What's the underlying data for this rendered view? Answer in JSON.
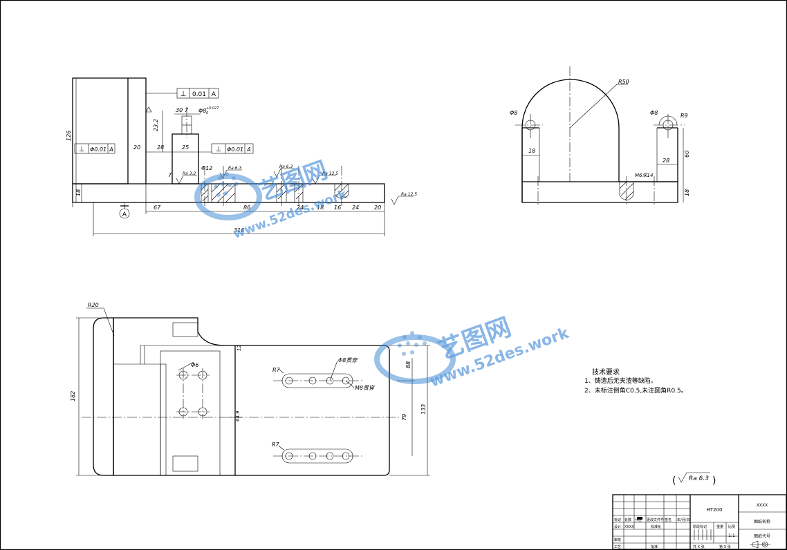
{
  "drawing": {
    "front_view": {
      "dimensions": {
        "height_total": "126",
        "base_height": "18",
        "small_dim_7": "7",
        "d_30": "30",
        "d_7": "7",
        "d_20": "20",
        "d_28": "28",
        "d_25": "25",
        "v_23_2": "23.2",
        "d_phi12": "Φ12",
        "d_67": "67",
        "d_86": "86",
        "d_24a": "24",
        "d_18": "18",
        "d_16": "16",
        "d_24b": "24",
        "d_20b": "20",
        "overall_length": "316",
        "hole_tol": "Φ8",
        "hole_tol_sup": "+0.027",
        "hole_tol_sub": "0"
      },
      "roughness": [
        "Ra 3.2",
        "Ra 6.3",
        "Ra 6.3",
        "Ra 12.5",
        "Ra 12.5"
      ],
      "tolerance_frames": [
        {
          "symbol": "⊥",
          "value": "0.01",
          "datum": "A"
        },
        {
          "symbol": "⊥",
          "value": "Φ0.01",
          "datum": "A"
        },
        {
          "symbol": "⊥",
          "value": "Φ0.01",
          "datum": "A"
        }
      ],
      "datum_label": "A"
    },
    "side_view": {
      "dimensions": {
        "r50": "R50",
        "phi8_left": "Φ8",
        "phi8_right": "Φ8",
        "r9": "R9",
        "d_18": "18",
        "d_60": "60",
        "d_28": "28",
        "d_18b": "18",
        "thread": "M6深14"
      }
    },
    "top_view": {
      "dimensions": {
        "r20": "R20",
        "d_182": "182",
        "d_12": "12",
        "phi6": "Φ6",
        "r7_top": "R7",
        "phi8_thru": "Φ8贯穿",
        "m8_thru": "M8贯穿",
        "r7_bottom": "R7",
        "d_88": "88",
        "d_64_9": "64.9",
        "d_79": "79",
        "d_133": "133"
      }
    },
    "tech_requirements": {
      "title": "技术要求",
      "items": [
        "1、铸造后无夹渣等缺陷。",
        "2、未标注倒角C0.5,未注圆角R0.5。"
      ]
    },
    "general_roughness": "Ra 6.3",
    "watermark": {
      "cn": "艺图网",
      "url": "www.52des.work"
    },
    "title_block": {
      "material": "HT200",
      "part_name_placeholder": "XXXX",
      "drawing_name_label": "图纸名称",
      "drawing_code_label": "图纸代号",
      "scale": "1:1",
      "header_row": [
        "标记",
        "处数",
        "分区",
        "更改文件号",
        "签名",
        "年/月/日"
      ],
      "designer_label": "设计",
      "designer_value": "XXXX",
      "standardization_label": "标准化",
      "stage_label": "阶段标记",
      "weight_label": "重量",
      "scale_label": "比例",
      "review_label": "审核",
      "process_label": "工艺",
      "approve_label": "批准",
      "sheets_total": "共 X 张",
      "sheet_no": "第 X 张"
    }
  }
}
